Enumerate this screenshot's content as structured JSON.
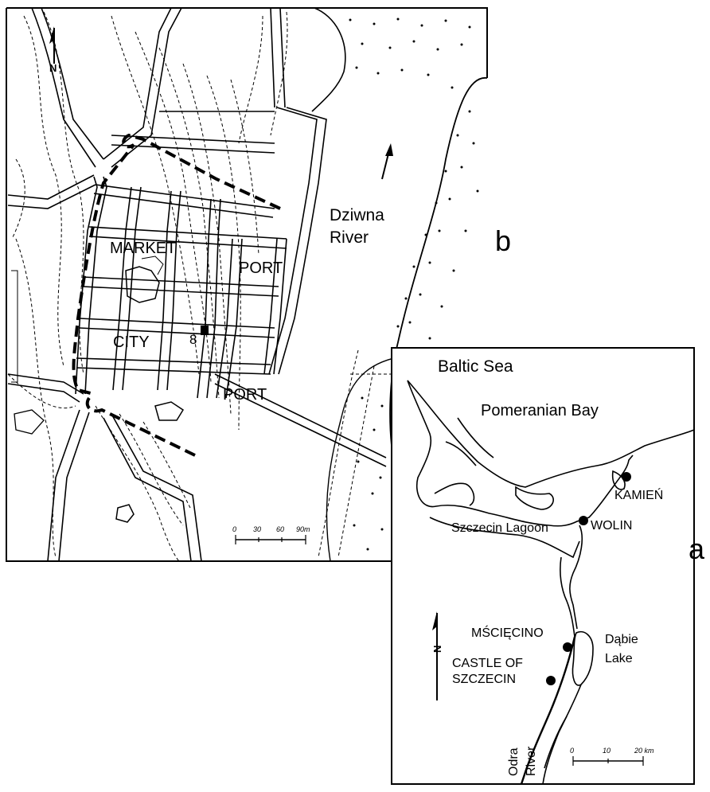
{
  "map_b": {
    "panel_letter": "b",
    "north_letter": "N",
    "labels": {
      "market": "MARKET",
      "city": "CITY",
      "port_upper": "PORT",
      "port_lower": "PORT",
      "site_number": "8",
      "river_line1": "Dziwna",
      "river_line2": "River"
    },
    "scale_ticks": [
      "0",
      "30",
      "60",
      "90m"
    ]
  },
  "map_a": {
    "panel_letter": "a",
    "north_letter": "N",
    "labels": {
      "sea": "Baltic Sea",
      "bay": "Pomeranian Bay",
      "lagoon": "Szczecin Lagoon",
      "wolin": "WOLIN",
      "kamien": "KAMIEŃ",
      "mscięcino": "MŚCIĘCINO",
      "castle_line1": "CASTLE OF",
      "castle_line2": "SZCZECIN",
      "lake_line1": "Dąbie",
      "lake_line2": "Lake",
      "river_line1": "Odra",
      "river_line2": "River"
    },
    "scale_ticks": [
      "0",
      "10",
      "20 km"
    ]
  }
}
